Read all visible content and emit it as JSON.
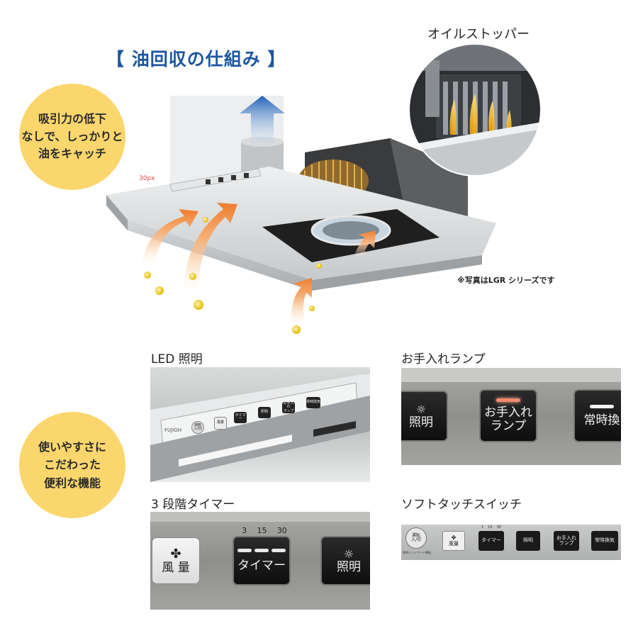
{
  "title": "【 油回収の仕組み 】",
  "feature1_lines": [
    "吸引力の低下",
    "なしで、しっかりと",
    "油をキャッチ"
  ],
  "feature2_lines": [
    "使いやすさに",
    "こだわった",
    "便利な機能"
  ],
  "oil_stopper_label": "オイルストッパー",
  "note": "※写真はLGR シリーズです",
  "px_label": "30px",
  "captions": {
    "led": "LED 照明",
    "care_lamp": "お手入れランプ",
    "timer": "3 段階タイマー",
    "soft_touch": "ソフトタッチスイッチ"
  },
  "led_panel": {
    "brand": "FUJIOH",
    "buttons": [
      "運転\n入/切",
      "風量",
      "タイマー",
      "照明",
      "お手入れ\nランプ",
      "常時換気"
    ]
  },
  "care_lamp_panel": {
    "light_label": "照明",
    "care_label_1": "お手入れ",
    "care_label_2": "ランプ",
    "constant_label": "常時換"
  },
  "timer_panel": {
    "fan_label": "風 量",
    "timer_label": "タイマー",
    "light_label": "照明",
    "steps": [
      "3",
      "15",
      "30"
    ]
  },
  "soft_touch_panel": {
    "power_label_1": "運転",
    "power_label_2": "入/切",
    "power_sub": "常時レンジフード運転",
    "fan_label": "風量",
    "timer_label": "タイマー",
    "steps": [
      "1",
      "15",
      "30"
    ],
    "light_label": "照明",
    "care_label_1": "お手入れ",
    "care_label_2": "ランプ",
    "constant_label": "常時換気"
  },
  "colors": {
    "title_blue": "#1d56a0",
    "circle_yellow": "#fbd66d",
    "arrow_orange": "#f29a52",
    "arrow_blue": "#2f6fc4"
  }
}
